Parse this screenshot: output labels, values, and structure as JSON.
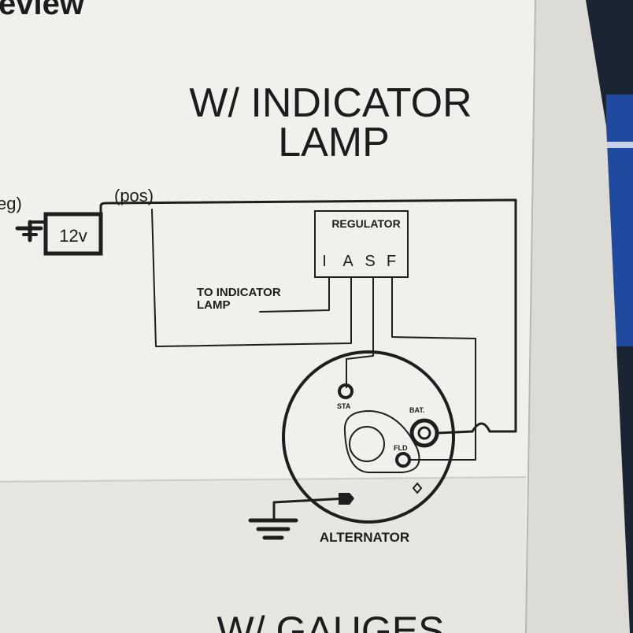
{
  "diagram": {
    "header_fragment": "eview",
    "title_line1": "W/ INDICATOR",
    "title_line2": "LAMP",
    "neg_fragment": "eg)",
    "pos_label": "(pos)",
    "battery_label": "12v",
    "regulator": {
      "title": "REGULATOR",
      "terminals": [
        "I",
        "A",
        "S",
        "F"
      ]
    },
    "indicator_line1": "TO INDICATOR",
    "indicator_line2": "LAMP",
    "alternator": {
      "label": "ALTERNATOR",
      "sta": "STA",
      "bat": "BAT.",
      "fld": "FLD"
    },
    "footer_fragment": "W/ GAUGES"
  },
  "colors": {
    "paper": "#f1f0ec",
    "paper_shadow": "#d9d8d3",
    "ink": "#1e1e1e",
    "background": "#1b2433",
    "accent_blue": "#1f4aa0"
  }
}
